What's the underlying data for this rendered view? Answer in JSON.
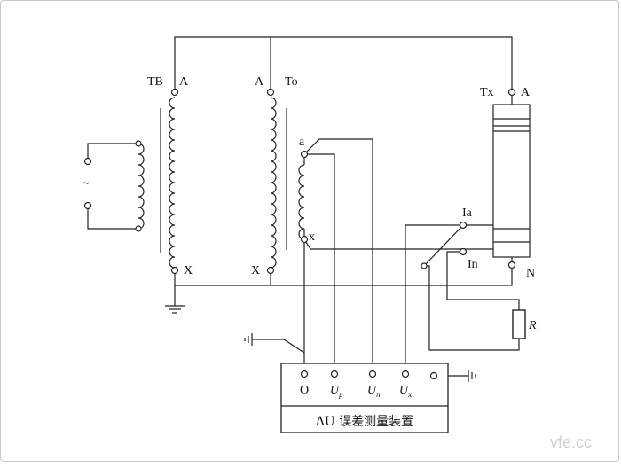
{
  "labels": {
    "tb": "TB",
    "tb_a": "A",
    "tb_x": "X",
    "to": "To",
    "to_a": "A",
    "to_x": "X",
    "a_small": "a",
    "x_small": "x",
    "tx": "Tx",
    "tx_a": "A",
    "tx_n": "N",
    "ia": "Ia",
    "in": "In",
    "r": "R",
    "ac": "~"
  },
  "device": {
    "terminal_o": "O",
    "terminal_up": "U",
    "terminal_up_sub": "p",
    "terminal_un": "U",
    "terminal_un_sub": "n",
    "terminal_ux": "U",
    "terminal_ux_sub": "x",
    "title": "ΔU 误差测量装置"
  },
  "watermark": "vfe.cc"
}
